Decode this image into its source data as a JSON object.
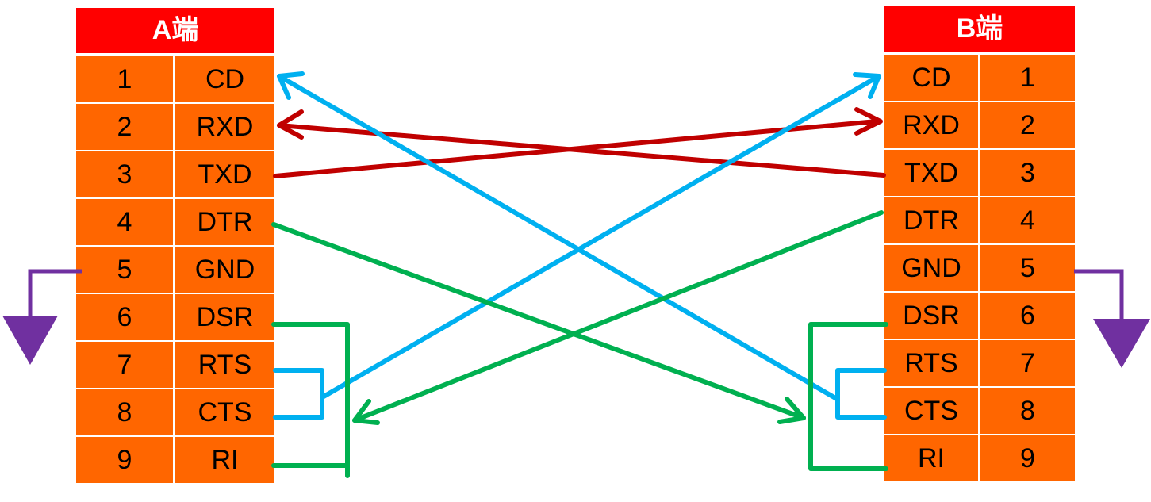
{
  "connector_a": {
    "title": "A端",
    "pins": [
      {
        "num": "1",
        "name": "CD"
      },
      {
        "num": "2",
        "name": "RXD"
      },
      {
        "num": "3",
        "name": "TXD"
      },
      {
        "num": "4",
        "name": "DTR"
      },
      {
        "num": "5",
        "name": "GND"
      },
      {
        "num": "6",
        "name": "DSR"
      },
      {
        "num": "7",
        "name": "RTS"
      },
      {
        "num": "8",
        "name": "CTS"
      },
      {
        "num": "9",
        "name": "RI"
      }
    ]
  },
  "connector_b": {
    "title": "B端",
    "pins": [
      {
        "num": "1",
        "name": "CD"
      },
      {
        "num": "2",
        "name": "RXD"
      },
      {
        "num": "3",
        "name": "TXD"
      },
      {
        "num": "4",
        "name": "DTR"
      },
      {
        "num": "5",
        "name": "GND"
      },
      {
        "num": "6",
        "name": "DSR"
      },
      {
        "num": "7",
        "name": "RTS"
      },
      {
        "num": "8",
        "name": "CTS"
      },
      {
        "num": "9",
        "name": "RI"
      }
    ]
  },
  "colors": {
    "header": "#ff0000",
    "cell": "#ff6600",
    "data_wire": "#c00000",
    "handshake_wire": "#00b050",
    "flow_wire": "#00b0f0",
    "ground": "#7030a0"
  }
}
